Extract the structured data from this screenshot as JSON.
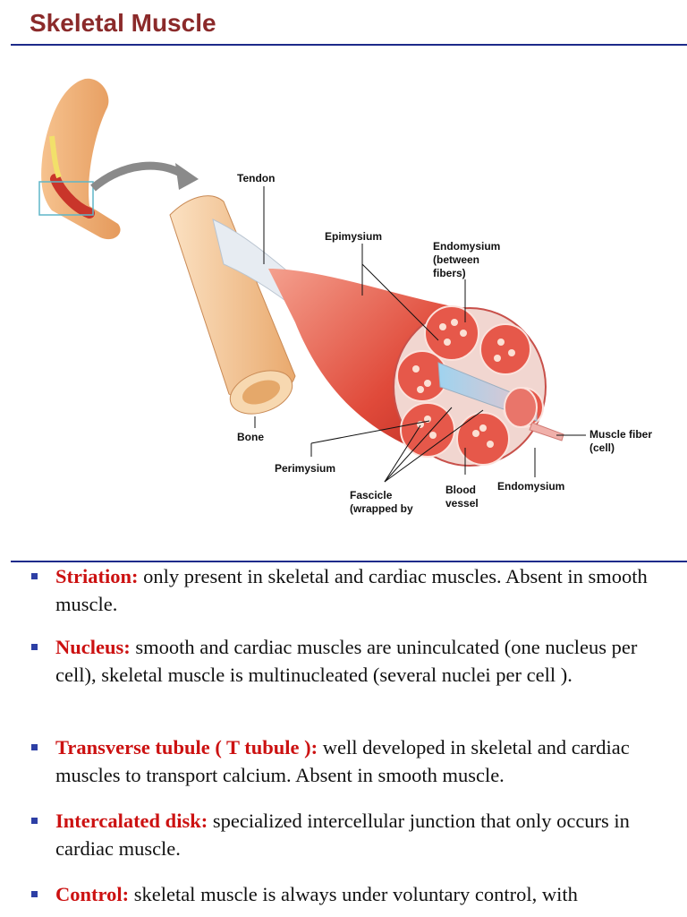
{
  "title": "Skeletal Muscle",
  "figure": {
    "labels": {
      "tendon": "Tendon",
      "epimysium": "Epimysium",
      "endomysium_between_1": "Endomysium",
      "endomysium_between_2": "(between",
      "endomysium_between_3": "fibers)",
      "bone": "Bone",
      "perimysium": "Perimysium",
      "fascicle_1": "Fascicle",
      "fascicle_2": "(wrapped by",
      "blood_vessel_1": "Blood",
      "blood_vessel_2": "vessel",
      "endomysium": "Endomysium",
      "muscle_fiber_1": "Muscle fiber",
      "muscle_fiber_2": "(cell)"
    }
  },
  "bullets": [
    {
      "term": "Striation:",
      "text": " only present in skeletal and cardiac muscles. Absent in smooth muscle."
    },
    {
      "term": "Nucleus:",
      "text": " smooth and cardiac muscles are uninculcated (one nucleus per cell), skeletal muscle is multinucleated (several nuclei per cell )."
    },
    {
      "term": "Transverse tubule ( T tubule ):",
      "text": " well developed in skeletal and cardiac muscles to transport calcium. Absent in smooth muscle."
    },
    {
      "term": "Intercalated disk:",
      "text": " specialized intercellular junction that only occurs in cardiac muscle."
    },
    {
      "term": "Control:",
      "text": " skeletal muscle is always under voluntary control, with"
    }
  ]
}
